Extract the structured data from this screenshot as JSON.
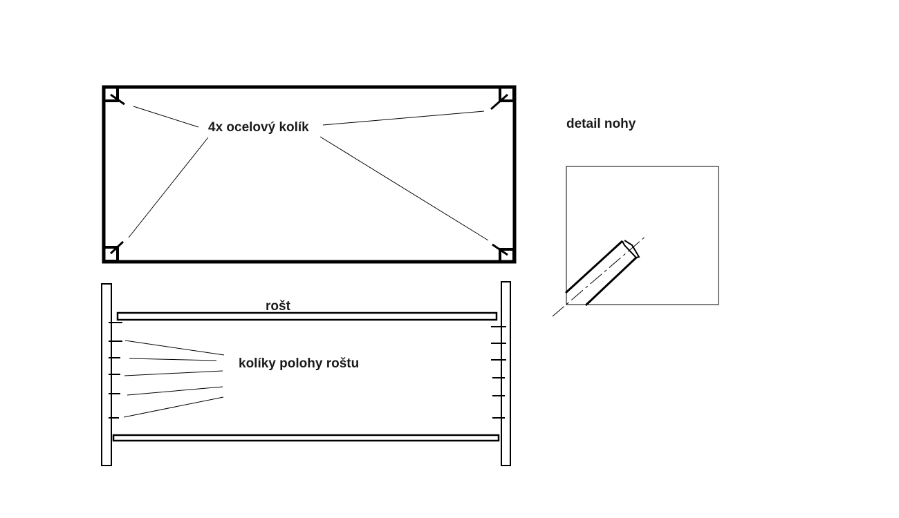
{
  "labels": {
    "steel_pins": "4x ocelový kolík",
    "leg_detail": "detail nohy",
    "grate": "rošt",
    "grate_position_pins": "kolíky polohy roštu"
  },
  "colors": {
    "ink": "#000000",
    "background": "#ffffff"
  }
}
